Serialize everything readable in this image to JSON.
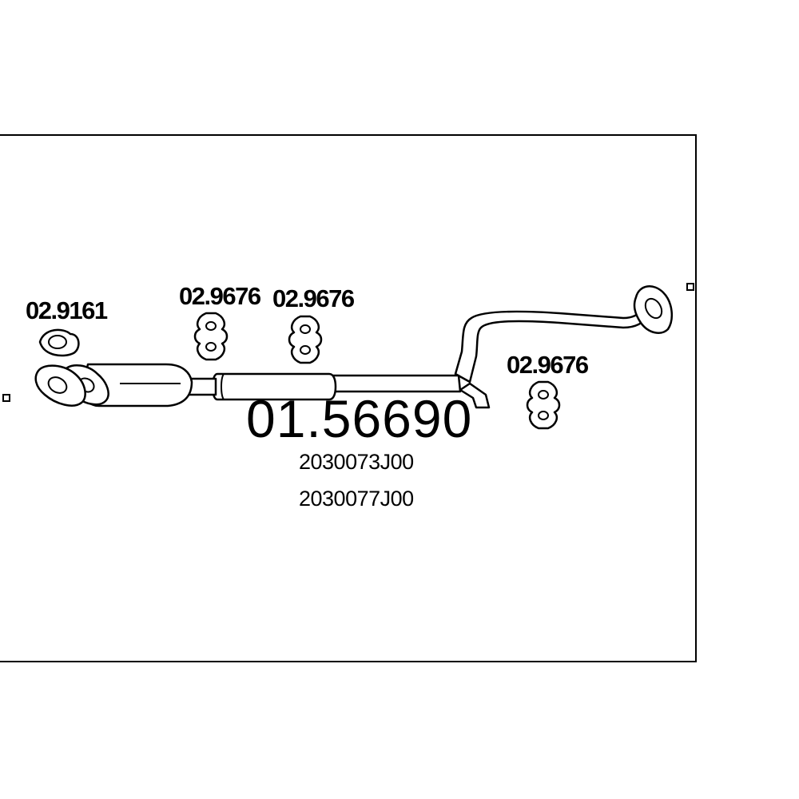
{
  "diagram": {
    "part_number": "01.56690",
    "oem_numbers": [
      "2030073J00",
      "2030077J00"
    ],
    "callouts": {
      "gasket": "02.9161",
      "hanger_a": "02.9676",
      "hanger_b": "02.9676",
      "hanger_c": "02.9676"
    }
  }
}
